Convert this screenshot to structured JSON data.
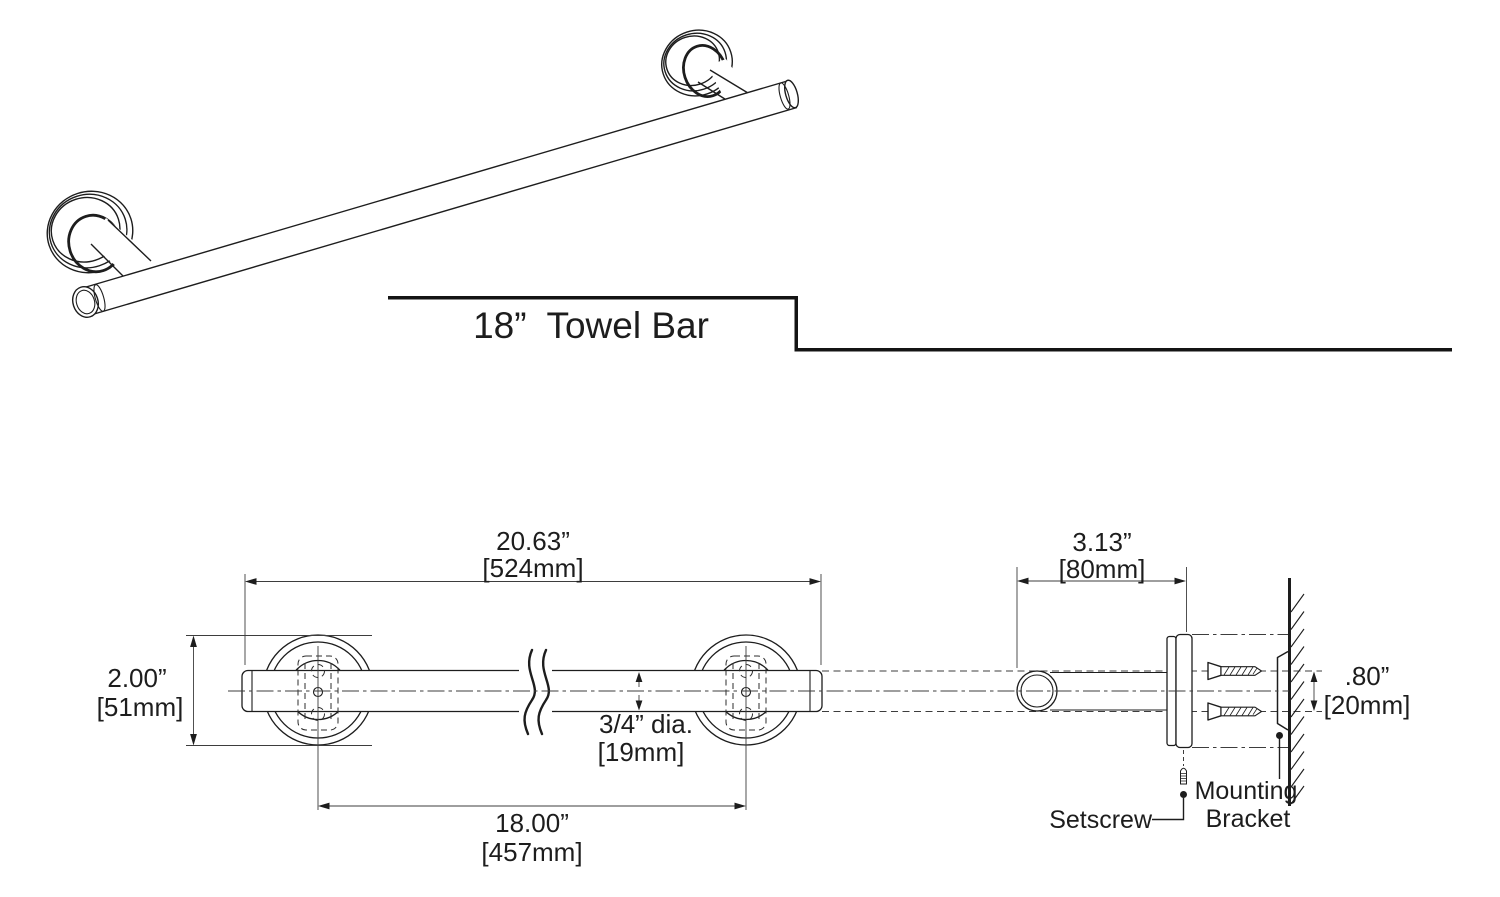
{
  "title": {
    "text": "18”  Towel Bar"
  },
  "front_view": {
    "overall_width_in": "20.63”",
    "overall_width_mm": "[524mm]",
    "flange_diameter_in": "2.00”",
    "flange_diameter_mm": "[51mm]",
    "bar_diameter_in": "3/4” dia.",
    "bar_diameter_mm": "[19mm]",
    "mounting_centers_in": "18.00”",
    "mounting_centers_mm": "[457mm]"
  },
  "side_view": {
    "projection_in": "3.13”",
    "projection_mm": "[80mm]",
    "screw_spacing_in": ".80”",
    "screw_spacing_mm": "[20mm]",
    "setscrew_label": "Setscrew",
    "mounting_bracket_label_line1": "Mounting",
    "mounting_bracket_label_line2": "Bracket"
  },
  "colors": {
    "ink": "#1d1d1d",
    "dimension_lines": "#3d3d3d",
    "background": "#ffffff"
  }
}
